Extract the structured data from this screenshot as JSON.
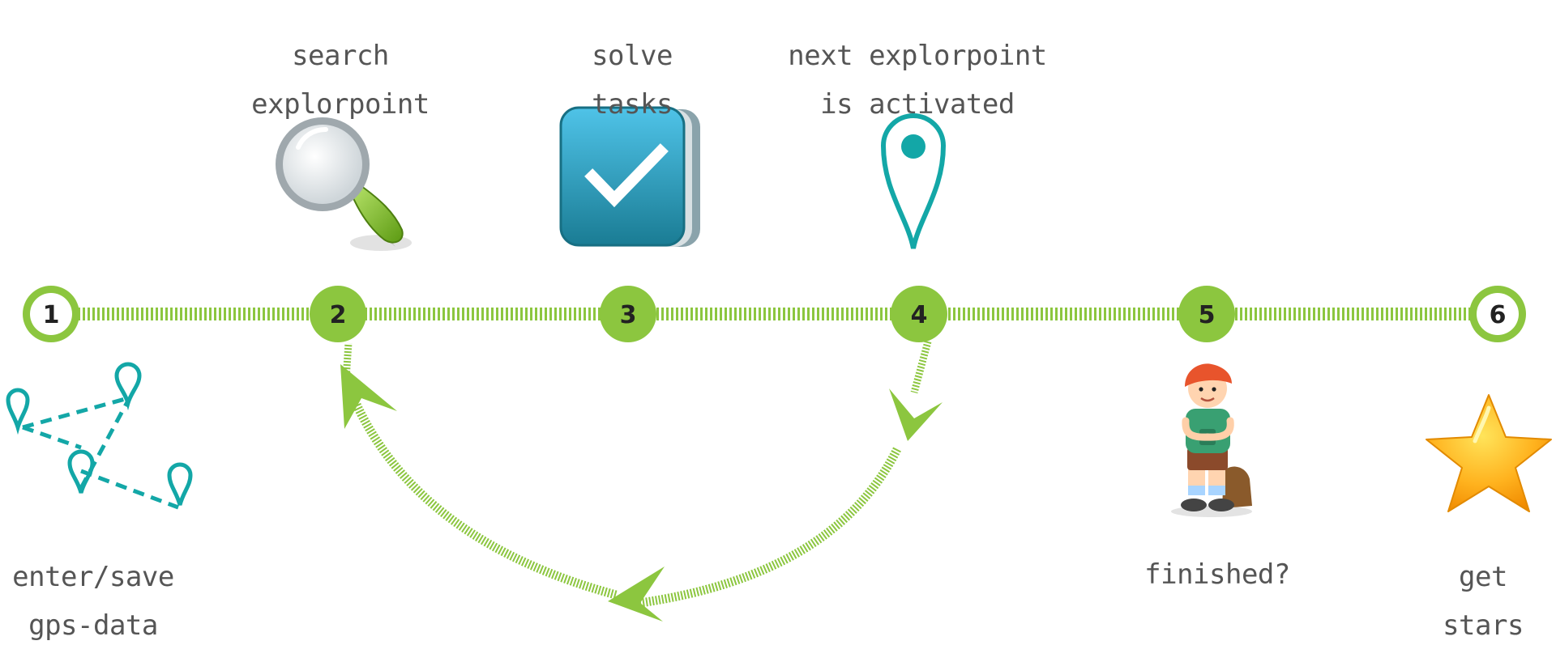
{
  "steps": [
    {
      "number": "1",
      "label_lines": [
        "enter/save",
        "gps-data"
      ]
    },
    {
      "number": "2",
      "label_lines": [
        "search",
        "explorpoint"
      ]
    },
    {
      "number": "3",
      "label_lines": [
        "solve",
        "tasks"
      ]
    },
    {
      "number": "4",
      "label_lines": [
        "next explorpoint",
        "is activated"
      ]
    },
    {
      "number": "5",
      "label_lines": [
        "finished?"
      ]
    },
    {
      "number": "6",
      "label_lines": [
        "get",
        "stars"
      ]
    }
  ],
  "icons": {
    "step1": "gps-route-pins-icon",
    "step2": "magnifier-icon",
    "step3": "checkbook-icon",
    "step4": "location-pin-icon",
    "step5": "explorer-boy-icon",
    "step6": "star-icon"
  },
  "colors": {
    "green": "#8cc63f",
    "teal": "#13a7a7",
    "text": "#555555"
  }
}
